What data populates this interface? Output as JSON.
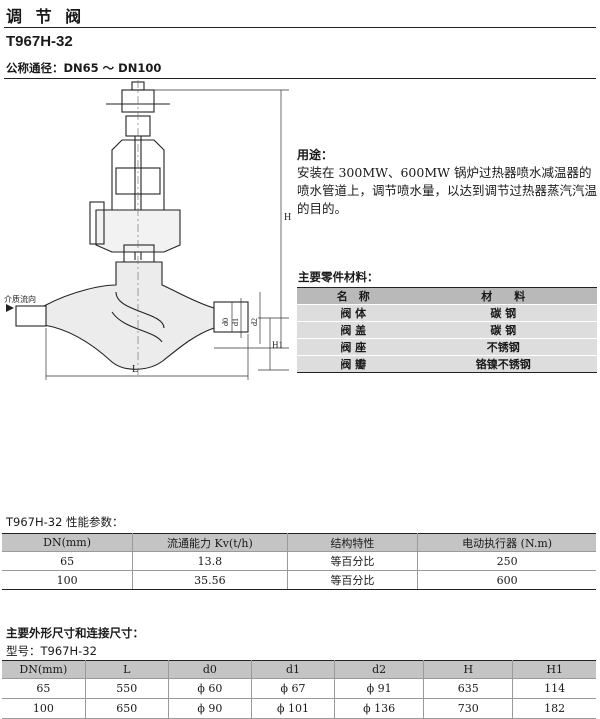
{
  "page": {
    "title": "调 节 阀",
    "model": "T967H-32",
    "nominal_size": "公称通径：DN65 ～ DN100"
  },
  "drawing": {
    "flow_label": "介质流向",
    "labels": {
      "h": "H",
      "h1": "H1",
      "l": "L",
      "d0": "d0",
      "d1": "d1",
      "d2": "d2"
    }
  },
  "usage": {
    "heading": "用途：",
    "text": "安装在 300MW、600MW 锅炉过热器喷水减温器的喷水管道上，调节喷水量，以达到调节过热器蒸汽汽温的目的。"
  },
  "parts": {
    "heading": "主要零件材料：",
    "headers": [
      "名　称",
      "材　　料"
    ],
    "rows": [
      [
        "阀 体",
        "碳 钢"
      ],
      [
        "阀 盖",
        "碳 钢"
      ],
      [
        "阀 座",
        "不锈钢"
      ],
      [
        "阀 瓣",
        "铬镍不锈钢"
      ]
    ]
  },
  "performance": {
    "heading": "T967H-32 性能参数：",
    "headers": [
      "DN(mm)",
      "流通能力 Kv(t/h)",
      "结构特性",
      "电动执行器 (N.m)"
    ],
    "rows": [
      [
        "65",
        "13.8",
        "等百分比",
        "250"
      ],
      [
        "100",
        "35.56",
        "等百分比",
        "600"
      ]
    ]
  },
  "dimensions": {
    "heading": "主要外形尺寸和连接尺寸：",
    "model_line": "型号：T967H-32",
    "headers": [
      "DN(mm)",
      "L",
      "d0",
      "d1",
      "d2",
      "H",
      "H1"
    ],
    "rows": [
      [
        "65",
        "550",
        "ϕ 60",
        "ϕ 67",
        "ϕ 91",
        "635",
        "114"
      ],
      [
        "100",
        "650",
        "ϕ 90",
        "ϕ 101",
        "ϕ 136",
        "730",
        "182"
      ]
    ]
  }
}
